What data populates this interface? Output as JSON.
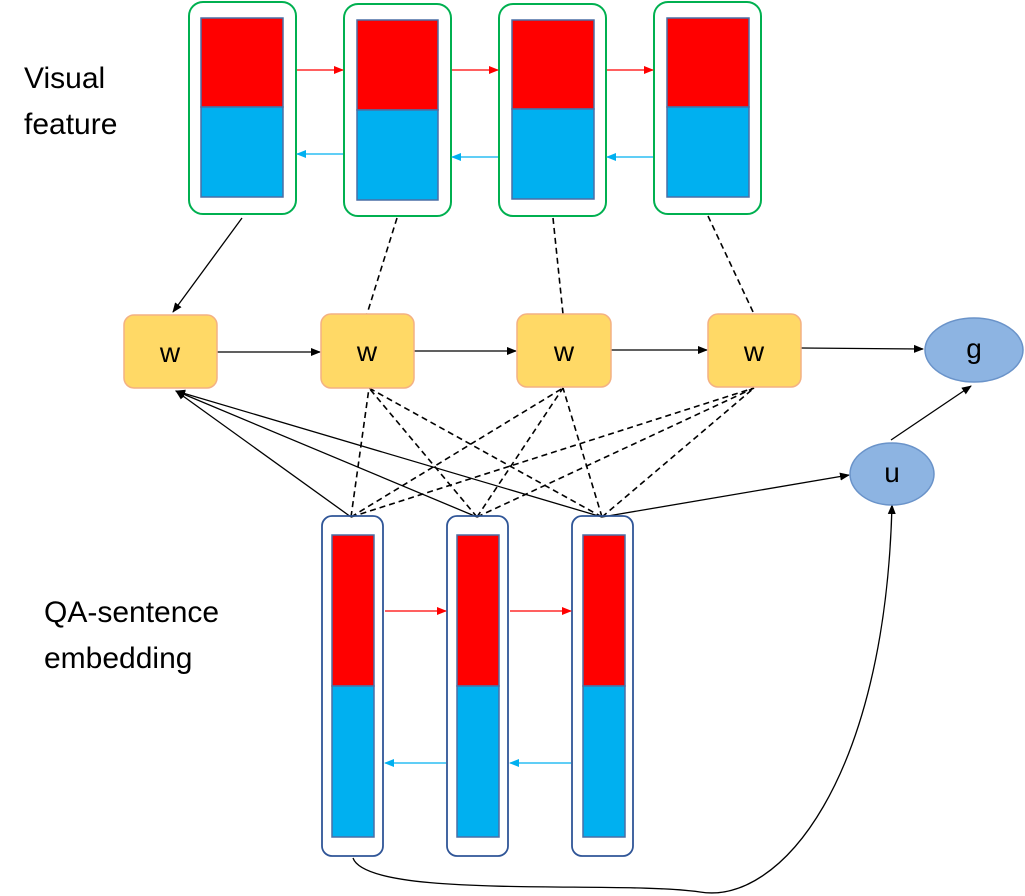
{
  "labels": {
    "visual_line1": "Visual",
    "visual_line2": "feature",
    "qa_line1": "QA-sentence",
    "qa_line2": "embedding"
  },
  "nodes": {
    "w_label": "w",
    "g_label": "g",
    "u_label": "u"
  },
  "colors": {
    "forward": "#ff0000",
    "backward": "#00b0f0",
    "visual_border": "#00b050",
    "qa_border": "#2f5597",
    "w_fill": "#ffd966",
    "w_border": "#f4b183",
    "ellipse_fill": "#8db4e2",
    "ellipse_border": "#6a93c9"
  }
}
